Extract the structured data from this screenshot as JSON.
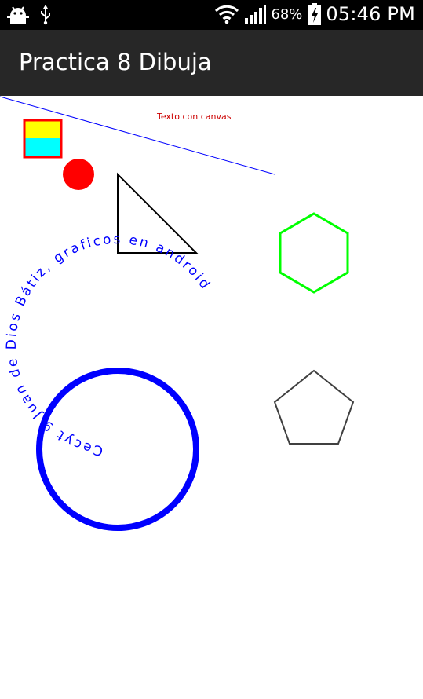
{
  "status_bar": {
    "battery_percent": "68%",
    "time": "05:46 PM",
    "icons": [
      "android-debug-icon",
      "usb-icon",
      "wifi-icon",
      "signal-icon",
      "battery-charging-icon"
    ]
  },
  "action_bar": {
    "title": "Practica 8 Dibuja"
  },
  "canvas": {
    "canvas_text": "Texto con canvas",
    "circle_text": "Cecyt 9 Juan de Dios Bátiz, graficos en android",
    "colors": {
      "line": "#0000ff",
      "canvas_text": "#cc0000",
      "square_border": "#ff0000",
      "square_top": "#ffff00",
      "square_bottom": "#00ffff",
      "dot": "#ff0000",
      "triangle": "#000000",
      "hexagon": "#00ff00",
      "big_circle": "#0000ff",
      "circle_text": "#0000ff",
      "pentagon": "#404040"
    }
  }
}
